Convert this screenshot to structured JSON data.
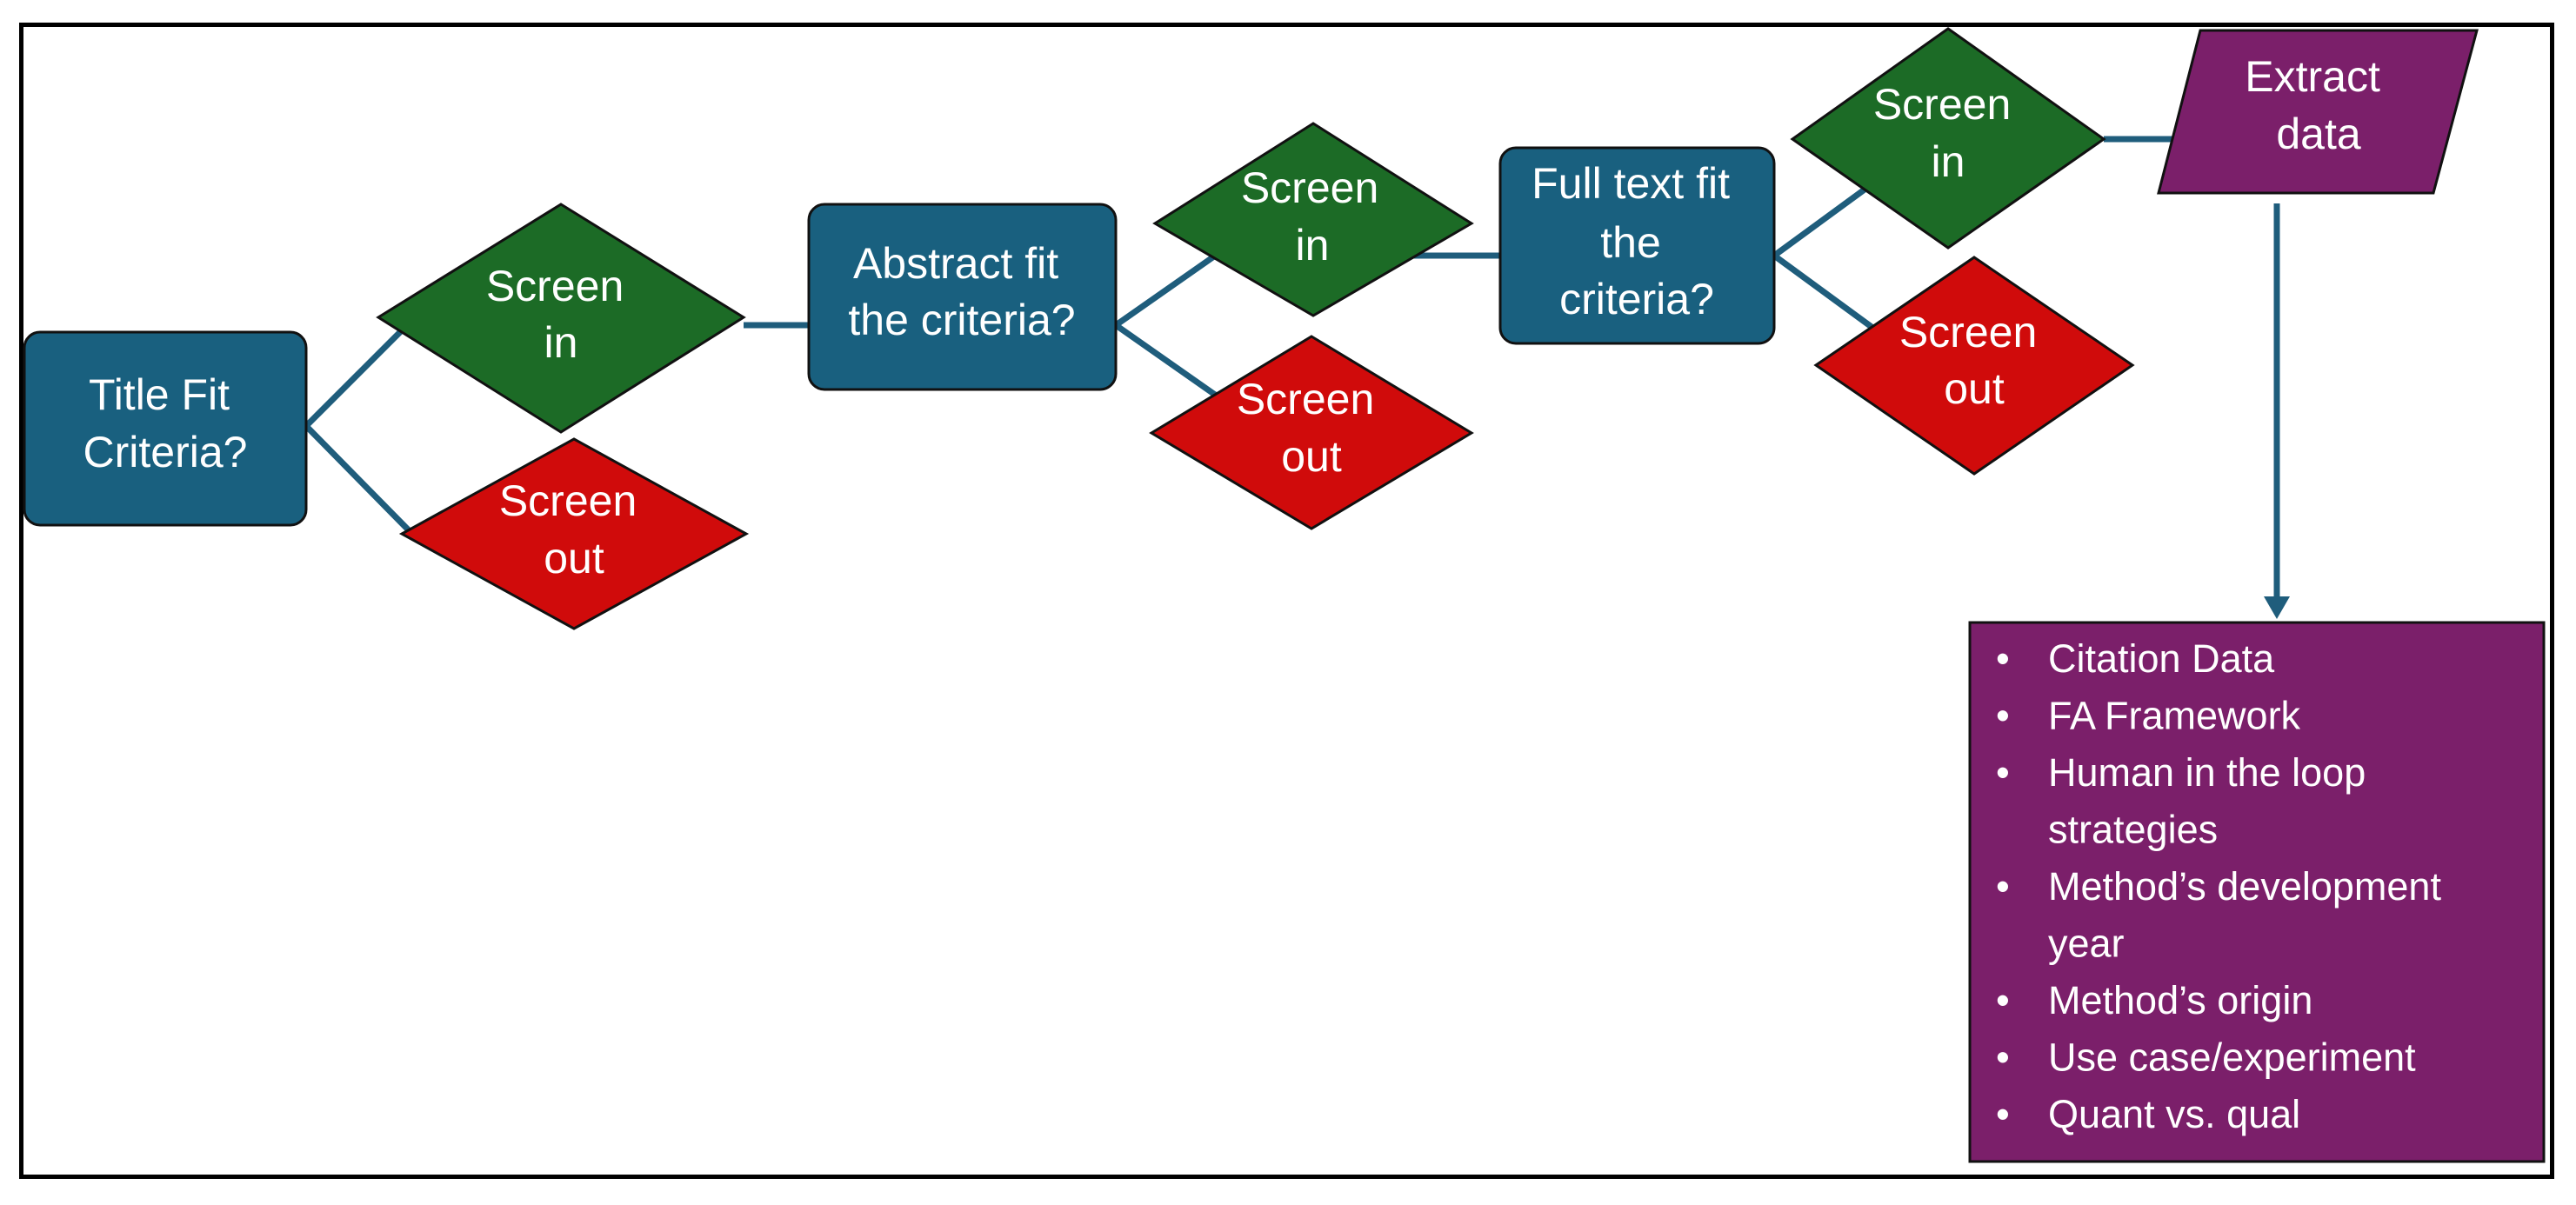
{
  "colors": {
    "question": "#19607f",
    "screen_in": "#1c6b26",
    "screen_out": "#d00b0b",
    "extract": "#7b1f6a",
    "connector": "#1f5d7c"
  },
  "nodes": {
    "title_fit": [
      "Title Fit",
      "Criteria?"
    ],
    "screen_in_1": [
      "Screen",
      "in"
    ],
    "screen_out_1": [
      "Screen",
      "out"
    ],
    "abstract_fit": [
      "Abstract fit",
      "the criteria?"
    ],
    "screen_in_2": [
      "Screen",
      "in"
    ],
    "screen_out_2": [
      "Screen",
      "out"
    ],
    "full_text_fit": [
      "Full text fit",
      "the",
      "criteria?"
    ],
    "screen_in_3": [
      "Screen",
      "in"
    ],
    "screen_out_3": [
      "Screen",
      "out"
    ],
    "extract_data": [
      "Extract",
      "data"
    ]
  },
  "extraction_list": {
    "bullet": "•",
    "items": [
      [
        "Citation Data"
      ],
      [
        "FA Framework"
      ],
      [
        "Human in the loop",
        "strategies"
      ],
      [
        "Method’s development",
        "year"
      ],
      [
        "Method’s origin"
      ],
      [
        "Use case/experiment"
      ],
      [
        "Quant vs. qual"
      ]
    ]
  }
}
